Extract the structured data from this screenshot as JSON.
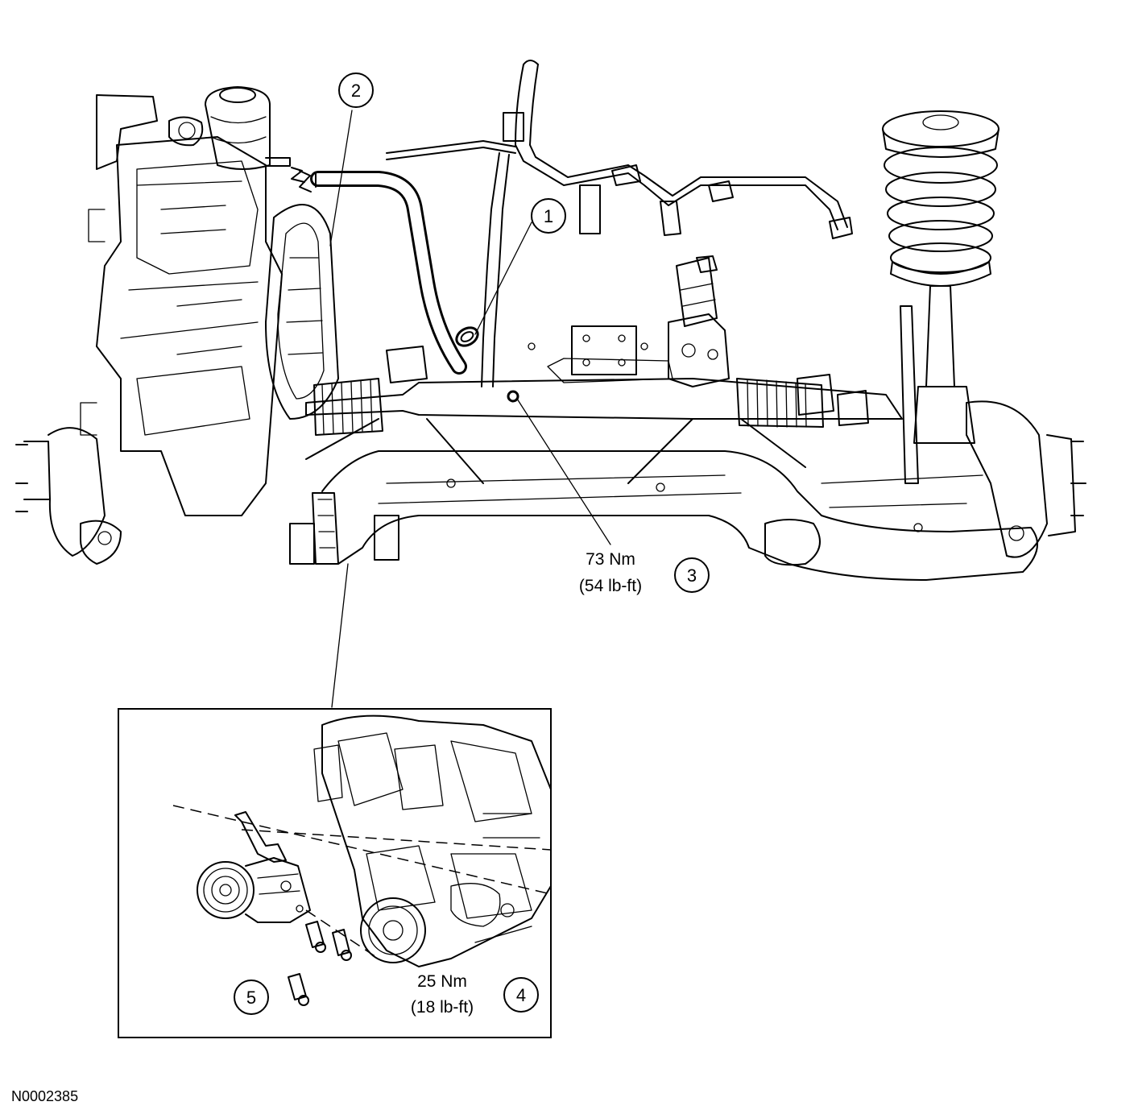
{
  "callouts": [
    {
      "label": "1"
    },
    {
      "label": "2"
    },
    {
      "label": "3"
    },
    {
      "label": "4"
    },
    {
      "label": "5"
    }
  ],
  "torques": {
    "rack_bolt": {
      "line1": "73 Nm",
      "line2": "(54 lb-ft)"
    },
    "pump_bolts": {
      "line1": "25 Nm",
      "line2": "(18 lb-ft)"
    }
  },
  "figure_id": "N0002385"
}
